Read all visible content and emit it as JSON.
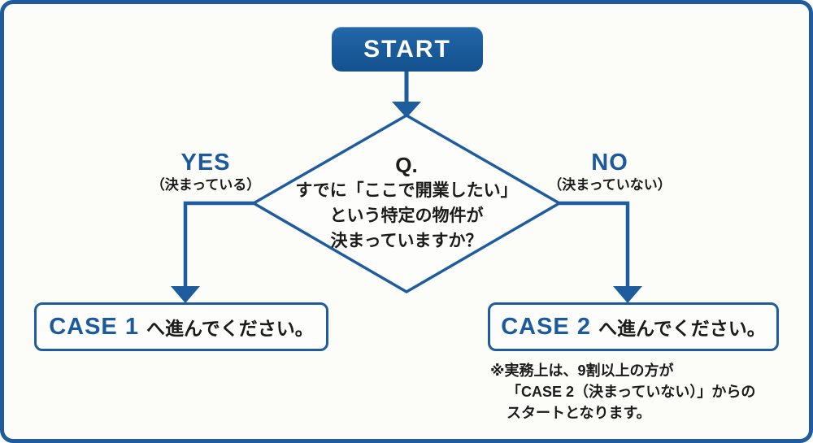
{
  "colors": {
    "line_blue": "#1e5c9e",
    "accent_blue": "#1c5a9e",
    "start_fill": "#1a5a9a",
    "text_black": "#1b1b1b",
    "background": "#fcfcf9"
  },
  "start": {
    "label": "START"
  },
  "question": {
    "prefix": "Q.",
    "lines": [
      "すでに「ここで開業したい」",
      "という特定の物件が",
      "決まっていますか？"
    ]
  },
  "branches": {
    "yes": {
      "label": "YES",
      "sublabel": "（決まっている）"
    },
    "no": {
      "label": "NO",
      "sublabel": "（決まっていない）"
    }
  },
  "cases": {
    "case1": {
      "name": "CASE 1",
      "text": "へ進んでください。"
    },
    "case2": {
      "name": "CASE 2",
      "text": "へ進んでください。"
    }
  },
  "note": {
    "lines": [
      "※実務上は、9割以上の方が",
      "「CASE 2（決まっていない）」からの",
      "スタートとなります。"
    ]
  }
}
